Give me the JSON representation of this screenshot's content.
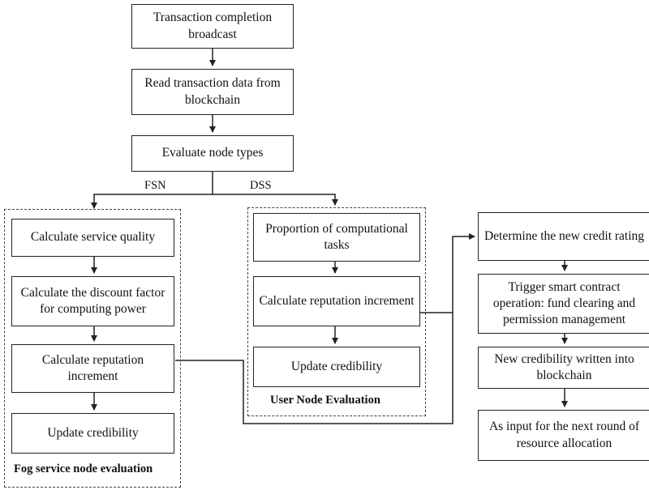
{
  "top": {
    "broadcast": "Transaction completion broadcast",
    "read": "Read transaction data from blockchain",
    "evaluate": "Evaluate node types"
  },
  "branches": {
    "left": "FSN",
    "right": "DSS"
  },
  "fog": {
    "title": "Fog service node evaluation",
    "steps": [
      "Calculate service quality",
      "Calculate the discount factor for computing power",
      "Calculate reputation increment",
      "Update credibility"
    ]
  },
  "user": {
    "title": "User Node Evaluation",
    "steps": [
      "Proportion of computational tasks",
      "Calculate reputation increment",
      "Update credibility"
    ]
  },
  "result": {
    "steps": [
      "Determine the new credit rating",
      "Trigger smart contract operation: fund clearing and permission management",
      "New credibility written into blockchain",
      "As input for the next round of resource allocation"
    ]
  }
}
